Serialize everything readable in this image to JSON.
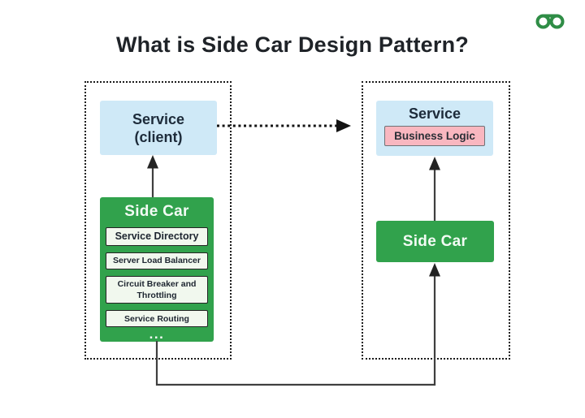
{
  "title": "What is Side Car Design Pattern?",
  "logo": {
    "name": "geeksforgeeks",
    "color": "#2f8d46"
  },
  "diagram": {
    "left": {
      "service": {
        "line1": "Service",
        "line2": "(client)"
      },
      "sidecar": {
        "title": "Side Car",
        "items": [
          "Service Directory",
          "Server Load Balancer",
          "Circuit Breaker and Throttling",
          "Service Routing"
        ],
        "ellipsis": "..."
      }
    },
    "right": {
      "service": {
        "title": "Service",
        "business_logic": "Business Logic"
      },
      "sidecar": {
        "title": "Side Car"
      }
    }
  },
  "colors": {
    "sidecar_green": "#31a24c",
    "service_blue": "#cfe9f7",
    "business_logic_pink": "#f9b7c0",
    "business_logic_border": "#6e7276",
    "item_box_fill": "#f1f8ee",
    "text_dark": "#1d2b3a",
    "title_dark": "#1f2328",
    "arrow_dark": "#3f3f3f",
    "dotted_border": "#1b1b1b"
  }
}
